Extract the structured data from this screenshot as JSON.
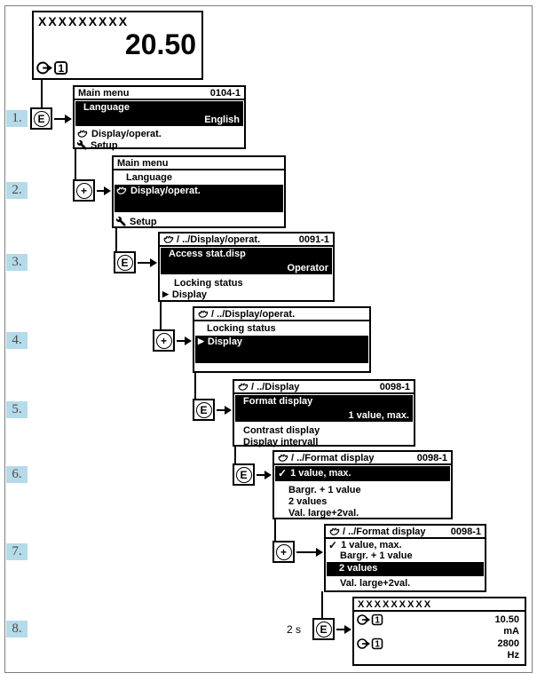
{
  "icons": {
    "check": "✓",
    "pointer": "▶"
  },
  "top_display": {
    "tag": "XXXXXXXXX",
    "value": "20.50"
  },
  "steps": [
    {
      "num": "1.",
      "key": "E"
    },
    {
      "num": "2.",
      "key": "+"
    },
    {
      "num": "3.",
      "key": "E"
    },
    {
      "num": "4.",
      "key": "+"
    },
    {
      "num": "5.",
      "key": "E"
    },
    {
      "num": "6.",
      "key": "E"
    },
    {
      "num": "7.",
      "key": "+"
    },
    {
      "num": "8.",
      "key": "E",
      "hold": "2 s"
    }
  ],
  "screens": {
    "s1": {
      "title": "Main menu",
      "code": "0104-1",
      "selected": {
        "name": "Language",
        "value": "English"
      },
      "item1": "Display/operat.",
      "item2": "Setup"
    },
    "s2": {
      "title": "Main menu",
      "item1": "Language",
      "selected": "Display/operat.",
      "item2": "Setup"
    },
    "s3": {
      "title": "/ ../Display/operat.",
      "code": "0091-1",
      "selected": {
        "name": "Access stat.disp",
        "value": "Operator"
      },
      "item1": "Locking status",
      "item2": "Display"
    },
    "s4": {
      "title": "/ ../Display/operat.",
      "item1": "Locking status",
      "selected": "Display"
    },
    "s5": {
      "title": "/ ../Display",
      "code": "0098-1",
      "selected": {
        "name": "Format display",
        "value": "1 value, max."
      },
      "item1": "Contrast display",
      "item2": "Display intervall"
    },
    "s6": {
      "title": "/ ../Format display",
      "code": "0098-1",
      "selected": "1 value, max.",
      "item1": "Bargr. + 1 value",
      "item2": "2 values",
      "item3": "Val. large+2val."
    },
    "s7": {
      "title": "/ ../Format display",
      "code": "0098-1",
      "item1": "1 value, max.",
      "item2": "Bargr. + 1 value",
      "selected": "2 values",
      "item3": "Val. large+2val."
    },
    "s8": {
      "tag": "XXXXXXXXX",
      "row1_value": "10.50",
      "row2_value": "mA",
      "row3_value": "2800",
      "row4_value": "Hz"
    }
  }
}
